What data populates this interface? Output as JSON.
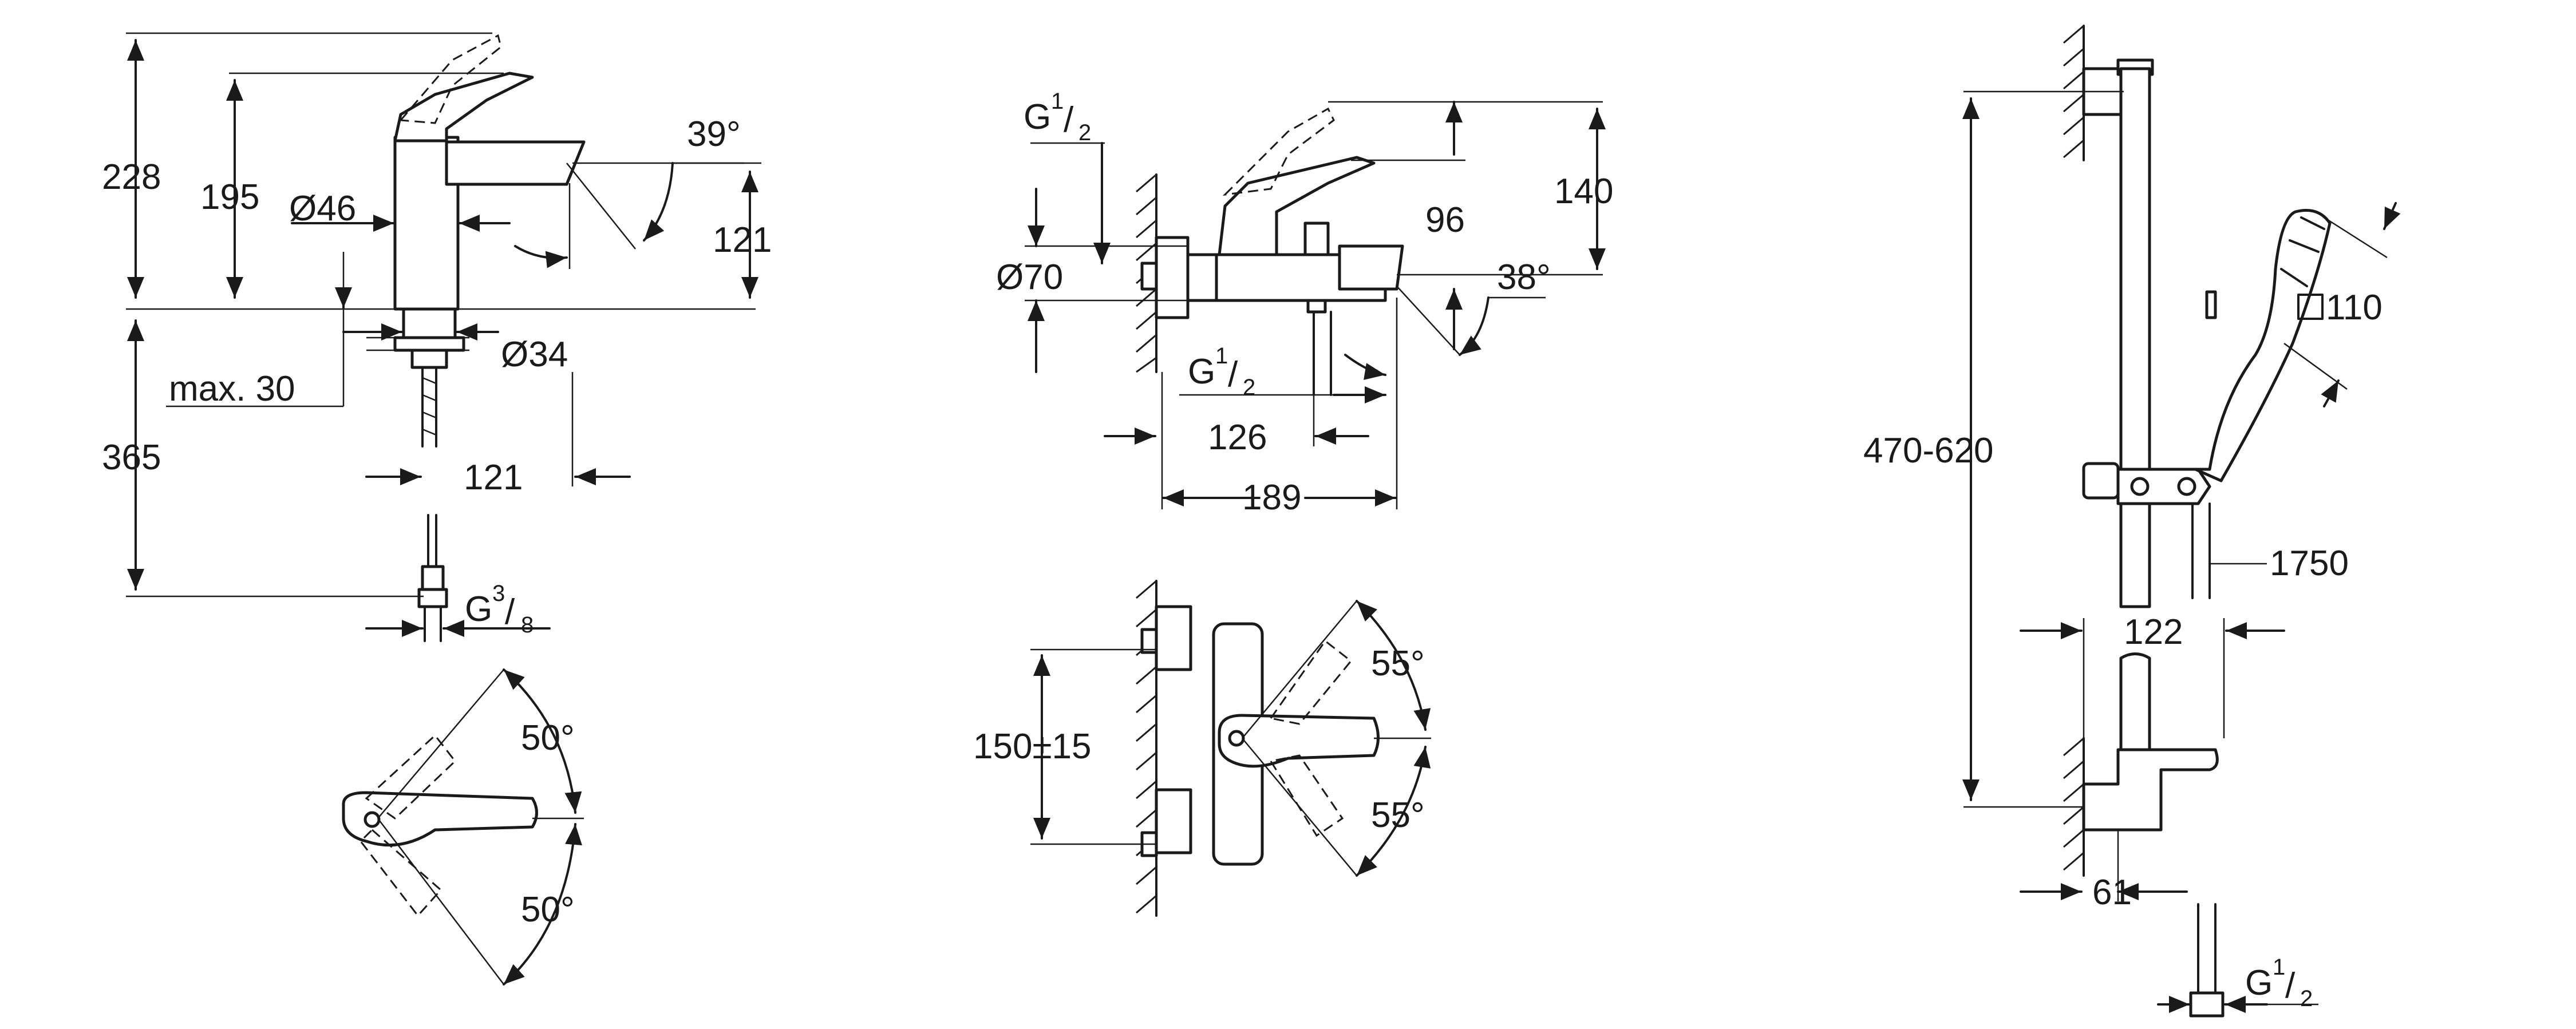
{
  "basin_mixer": {
    "h228": "228",
    "h195": "195",
    "d46": "Ø46",
    "a39": "39°",
    "h121": "121",
    "d34": "Ø34",
    "max30": "max. 30",
    "h365": "365",
    "w121": "121",
    "g38_main": "G",
    "g38_num": "3",
    "g38_slash": "/",
    "g38_den": "8",
    "a50_top": "50°",
    "a50_bottom": "50°"
  },
  "bath_mixer": {
    "g12_top_main": "G",
    "g12_top_num": "1",
    "g12_top_slash": "/",
    "g12_top_den": "2",
    "d70": "Ø70",
    "h140": "140",
    "w96": "96",
    "a38": "38°",
    "g12_mid_main": "G",
    "g12_mid_num": "1",
    "g12_mid_slash": "/",
    "g12_mid_den": "2",
    "w126": "126",
    "w189": "189",
    "c150": "150±15",
    "a55_top": "55°",
    "a55_bottom": "55°"
  },
  "shower_set": {
    "sq110": "110",
    "r470": "470-620",
    "hose1750": "1750",
    "w122": "122",
    "w61": "61",
    "g12_main": "G",
    "g12_num": "1",
    "g12_slash": "/",
    "g12_den": "2"
  }
}
